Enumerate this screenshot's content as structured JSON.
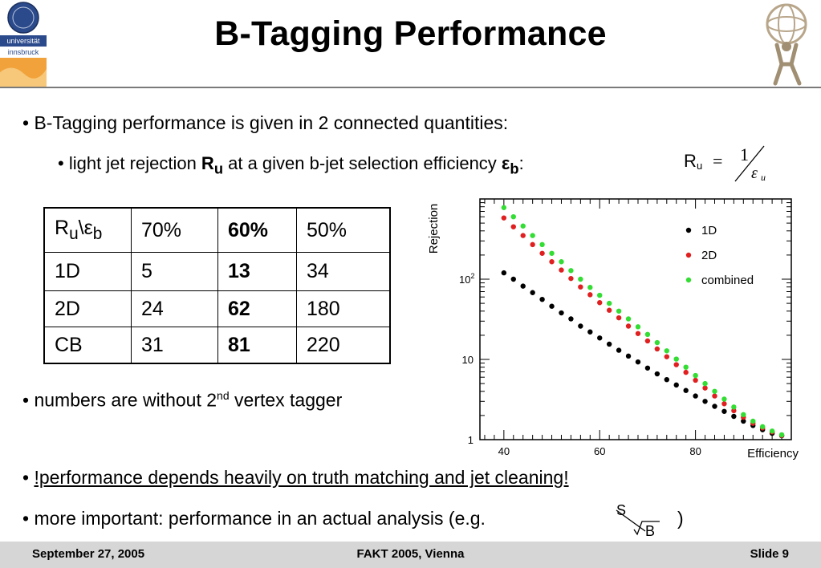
{
  "header": {
    "title": "B-Tagging Performance",
    "logo_left_text_1": "universität",
    "logo_left_text_2": "innsbruck"
  },
  "bullets": {
    "b1": "B-Tagging performance is given in 2 connected quantities:",
    "b2_pre": "light jet rejection ",
    "b2_ru": "R",
    "b2_ru_sub": "u",
    "b2_mid": " at a given b-jet selection efficiency ",
    "b2_eps": "ε",
    "b2_eps_sub": "b",
    "b2_end": ":",
    "b3_pre": "numbers are without 2",
    "b3_sup": "nd",
    "b3_post": " vertex tagger",
    "b4": "!performance depends heavily on truth matching and jet cleaning!",
    "b5_pre": "more important: performance in an actual analysis (e.g.",
    "b5_post": ")"
  },
  "formula_ru": {
    "lhs": "R",
    "lhs_sub": "u",
    "eq": "=",
    "num": "1",
    "den": "ε",
    "den_sub": "u"
  },
  "formula_sb": {
    "num": "S",
    "den": "B"
  },
  "table": {
    "header": [
      "R\\ε",
      "70%",
      "60%",
      "50%"
    ],
    "header_sub_u": "u",
    "header_sub_b": "b",
    "rows": [
      [
        "1D",
        "5",
        "13",
        "34"
      ],
      [
        "2D",
        "24",
        "62",
        "180"
      ],
      [
        "CB",
        "31",
        "81",
        "220"
      ]
    ]
  },
  "chart_data": {
    "type": "scatter",
    "ylabel": "Rejection",
    "xlabel": "Efficiency",
    "xlim": [
      35,
      100
    ],
    "ylim": [
      1,
      1000
    ],
    "yscale": "log",
    "xticks": [
      "40",
      "60",
      "80"
    ],
    "yticks": [
      "1",
      "10",
      "10^2"
    ],
    "legend_placement": "upper-right",
    "series": [
      {
        "name": "1D",
        "color": "#000000",
        "x": [
          40,
          42,
          44,
          46,
          48,
          50,
          52,
          54,
          56,
          58,
          60,
          62,
          64,
          66,
          68,
          70,
          72,
          74,
          76,
          78,
          80,
          82,
          84,
          86,
          88,
          90,
          92,
          94,
          96,
          98
        ],
        "y": [
          120,
          100,
          82,
          68,
          56,
          46,
          38,
          32,
          26,
          22,
          18.5,
          15.5,
          13,
          11,
          9.3,
          7.8,
          6.6,
          5.6,
          4.8,
          4.1,
          3.5,
          3.0,
          2.6,
          2.25,
          1.95,
          1.7,
          1.5,
          1.33,
          1.2,
          1.12
        ]
      },
      {
        "name": "2D",
        "color": "#e02020",
        "x": [
          40,
          42,
          44,
          46,
          48,
          50,
          52,
          54,
          56,
          58,
          60,
          62,
          64,
          66,
          68,
          70,
          72,
          74,
          76,
          78,
          80,
          82,
          84,
          86,
          88,
          90,
          92,
          94,
          96,
          98
        ],
        "y": [
          580,
          450,
          350,
          270,
          210,
          165,
          130,
          102,
          80,
          64,
          51,
          41,
          33,
          26,
          21,
          17,
          13.5,
          10.8,
          8.6,
          6.9,
          5.5,
          4.4,
          3.5,
          2.8,
          2.3,
          1.9,
          1.6,
          1.4,
          1.25,
          1.13
        ]
      },
      {
        "name": "combined",
        "color": "#33dd33",
        "x": [
          40,
          42,
          44,
          46,
          48,
          50,
          52,
          54,
          56,
          58,
          60,
          62,
          64,
          66,
          68,
          70,
          72,
          74,
          76,
          78,
          80,
          82,
          84,
          86,
          88,
          90,
          92,
          94,
          96,
          98
        ],
        "y": [
          780,
          600,
          460,
          350,
          270,
          210,
          165,
          128,
          100,
          79,
          63,
          50,
          40,
          32,
          25.5,
          20.5,
          16.2,
          12.8,
          10.1,
          8.0,
          6.3,
          5.0,
          4.0,
          3.2,
          2.55,
          2.05,
          1.7,
          1.45,
          1.28,
          1.15
        ]
      }
    ]
  },
  "footer": {
    "date": "September 27, 2005",
    "conference": "FAKT 2005, Vienna",
    "slide": "Slide 9"
  }
}
